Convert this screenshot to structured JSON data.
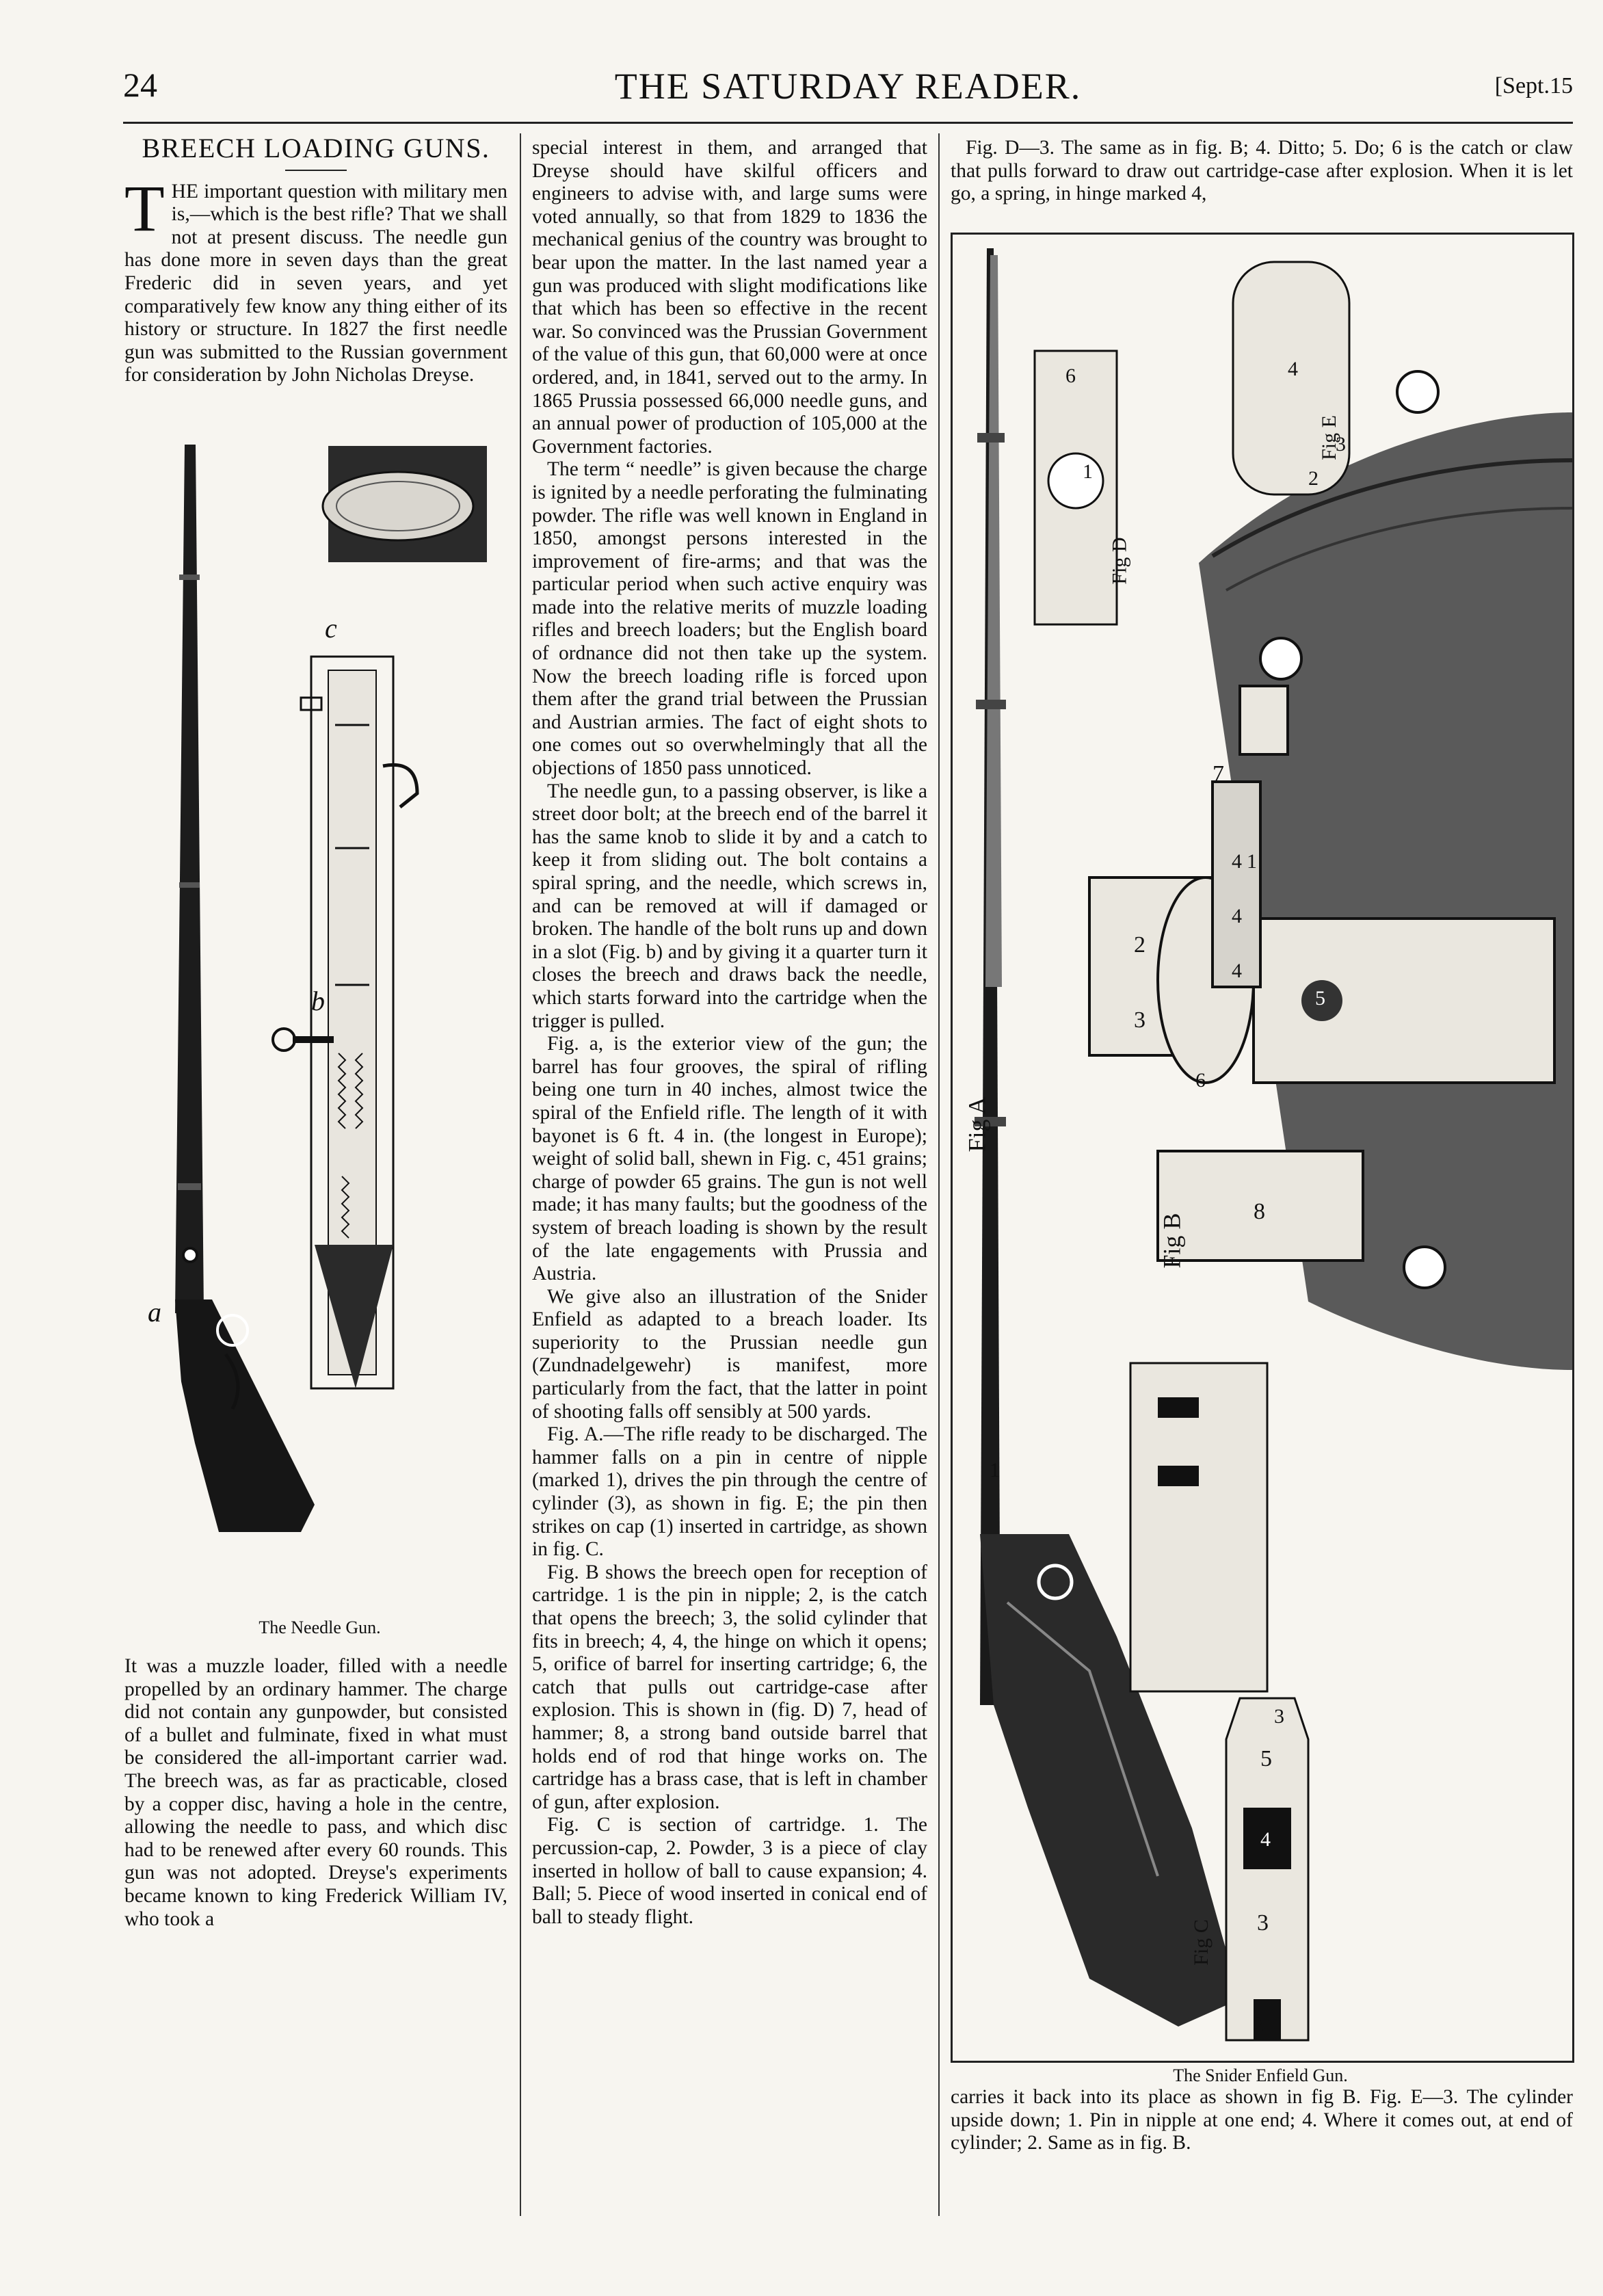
{
  "header": {
    "page_number": "24",
    "masthead": "THE SATURDAY READER.",
    "date": "[Sept.15"
  },
  "article": {
    "title": "BREECH LOADING GUNS.",
    "dropcap": "T",
    "intro": "HE important question with military men is,—which is the best rifle? That we shall not at present discuss. The needle gun has done more in seven days than the great Frederic did in seven years, and yet comparatively few know any thing either of its history or structure. In 1827 the first needle gun was submitted to the Russian government for consideration by John Nicholas Dreyse.",
    "col1_bottom": "It was a muzzle loader, filled with a needle propelled by an ordinary hammer. The charge did not contain any gunpowder, but consisted of a bullet and fulminate, fixed in what must be considered the all-important carrier wad. The breech was, as far as practicable, closed by a copper disc, having a hole in the centre, allowing the needle to pass, and which disc had to be renewed after every 60 rounds. This gun was not adopted. Dreyse's experiments became known to king Frederick William IV, who took a",
    "col2": [
      "special interest in them, and arranged that Dreyse should have skilful officers and engineers to advise with, and large sums were voted annually, so that from 1829 to 1836 the mechanical genius of the country was brought to bear upon the matter. In the last named year a gun was produced with slight modifications like that which has been so effective in the recent war. So convinced was the Prussian Government of the value of this gun, that 60,000 were at once ordered, and, in 1841, served out to the army. In 1865 Prussia possessed 66,000 needle guns, and an annual power of production of 105,000 at the Government factories.",
      "The term “ needle” is given because the charge is ignited by a needle perforating the fulminating powder. The rifle was well known in England in 1850, amongst persons interested in the improvement of fire-arms; and that was the particular period when such active enquiry was made into the relative merits of muzzle loading rifles and breech loaders; but the English board of ordnance did not then take up the system. Now the breech loading rifle is forced upon them after the grand trial between the Prussian and Austrian armies. The fact of eight shots to one comes out so overwhelmingly that all the objections of 1850 pass unnoticed.",
      "The needle gun, to a passing observer, is like a street door bolt; at the breech end of the barrel it has the same knob to slide it by and a catch to keep it from sliding out. The bolt contains a spiral spring, and the needle, which screws in, and can be removed at will if damaged or broken. The handle of the bolt runs up and down in a slot (Fig. b) and by giving it a quarter turn it closes the breech and draws back the needle, which starts forward into the cartridge when the trigger is pulled.",
      "Fig. a, is the exterior view of the gun; the barrel has four grooves, the spiral of rifling being one turn in 40 inches, almost twice the spiral of the Enfield rifle. The length of it with bayonet is 6 ft. 4 in. (the longest in Europe); weight of solid ball, shewn in Fig. c, 451 grains; charge of powder 65 grains. The gun is not well made; it has many faults; but the goodness of the system of breach loading is shown by the result of the late engagements with Prussia and Austria.",
      "We give also an illustration of the Snider Enfield as adapted to a breach loader. Its superiority to the Prussian needle gun (Zundnadelgewehr) is manifest, more particularly from the fact, that the latter in point of shooting falls off sensibly at 500 yards.",
      "Fig. A.—The rifle ready to be discharged. The hammer falls on a pin in centre of nipple (marked 1), drives the pin through the centre of cylinder (3), as shown in fig. E; the pin then strikes on cap (1) inserted in cartridge, as shown in fig. C.",
      "Fig. B shows the breech open for reception of cartridge. 1 is the pin in nipple; 2, is the catch that opens the breech; 3, the solid cylinder that fits in breech; 4, 4, the hinge on which it opens; 5, orifice of barrel for inserting cartridge; 6, the catch that pulls out cartridge-case after explosion. This is shown in (fig. D) 7, head of hammer; 8, a strong band outside barrel that holds end of rod that hinge works on. The cartridge has a brass case, that is left in chamber of gun, after explosion.",
      "Fig. C is section of cartridge. 1. The percussion-cap, 2. Powder, 3 is a piece of clay inserted in hollow of ball to cause expansion; 4. Ball; 5. Piece of wood inserted in conical end of ball to steady flight."
    ],
    "col3_top": "Fig. D—3. The same as in fig. B; 4. Ditto; 5. Do; 6 is the catch or claw that pulls forward to draw out cartridge-case after explosion. When it is let go, a spring, in hinge marked 4,",
    "col3_bottom": "carries it back into its place as shown in fig B. Fig. E—3. The cylinder upside down; 1. Pin in nipple at one end; 4. Where it comes out, at end of cylinder; 2. Same as in fig. B."
  },
  "figures": {
    "needle_gun": {
      "caption": "The Needle Gun.",
      "labels": [
        "c",
        "b",
        "a"
      ]
    },
    "snider": {
      "caption": "The Snider Enfield Gun.",
      "fig_labels": [
        "Fig A",
        "Fig B",
        "Fig C",
        "Fig D",
        "Fig E"
      ],
      "part_numbers": [
        "1",
        "2",
        "3",
        "4",
        "4",
        "4",
        "5",
        "6",
        "7",
        "8",
        "1",
        "2",
        "3",
        "4",
        "5",
        "3",
        "6",
        "1",
        "2",
        "3",
        "4"
      ]
    }
  }
}
